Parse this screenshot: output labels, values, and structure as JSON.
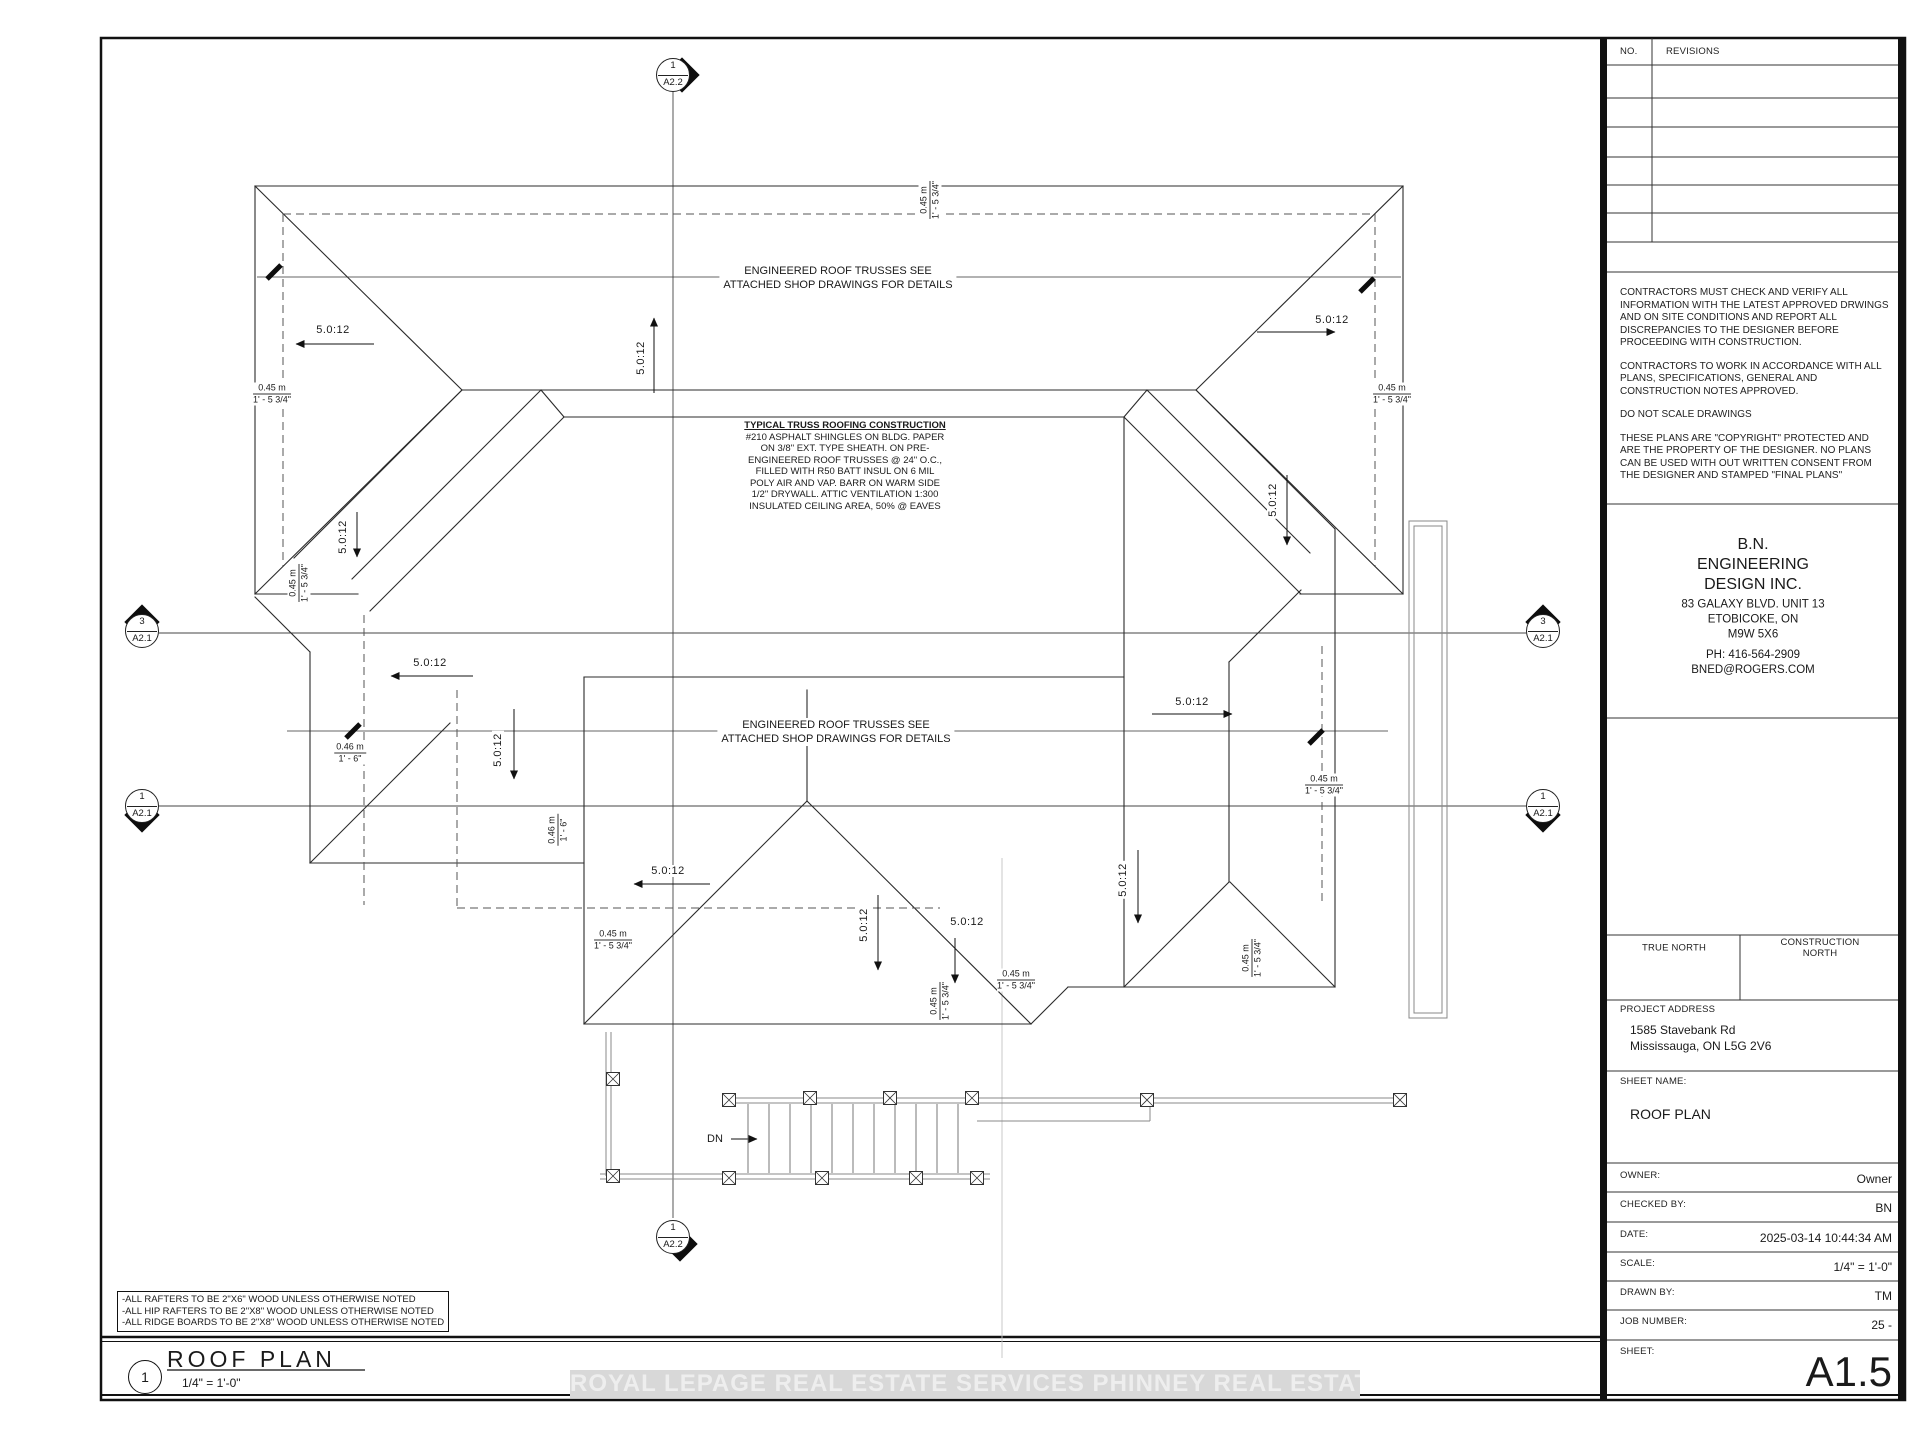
{
  "watermark": "ROYAL LEPAGE REAL ESTATE SERVICES PHINNEY REAL ESTATE, Brokerage",
  "plan": {
    "slope": "5.0:12",
    "dim_a": {
      "metric": "0.45 m",
      "imperial": "1' - 5 3/4\""
    },
    "dim_b": {
      "metric": "0.46 m",
      "imperial": "1' - 6\""
    },
    "truss_note": "ENGINEERED ROOF TRUSSES SEE\nATTACHED SHOP DRAWINGS FOR DETAILS",
    "typical_truss": {
      "title": "TYPICAL TRUSS ROOFING CONSTRUCTION",
      "body": "#210 ASPHALT SHINGLES ON BLDG. PAPER\nON 3/8\" EXT. TYPE SHEATH. ON PRE-\nENGINEERED ROOF TRUSSES @ 24\" O.C.,\nFILLED WITH R50 BATT INSUL ON 6 MIL\nPOLY AIR AND VAP. BARR ON WARM SIDE\n1/2\" DRYWALL. ATTIC VENTILATION 1:300\nINSULATED CEILING AREA, 50% @ EAVES"
    },
    "rafter_notes": "-ALL RAFTERS TO BE 2\"X6\" WOOD UNLESS OTHERWISE NOTED\n-ALL HIP RAFTERS TO BE 2\"X8\" WOOD UNLESS OTHERWISE NOTED\n-ALL RIDGE BOARDS TO BE 2\"X8\" WOOD UNLESS OTHERWISE NOTED",
    "dn": "DN"
  },
  "markers": {
    "top": {
      "num": "1",
      "sheet": "A2.2"
    },
    "bottom": {
      "num": "1",
      "sheet": "A2.2"
    },
    "left_upper": {
      "num": "3",
      "sheet": "A2.1"
    },
    "left_lower": {
      "num": "1",
      "sheet": "A2.1"
    },
    "right_upper": {
      "num": "3",
      "sheet": "A2.1"
    },
    "right_lower": {
      "num": "1",
      "sheet": "A2.1"
    }
  },
  "title_strip": {
    "number": "1",
    "title": "ROOF PLAN",
    "scale": "1/4\" = 1'-0\""
  },
  "title_block": {
    "revisions": {
      "no": "NO.",
      "label": "REVISIONS"
    },
    "notes": [
      "CONTRACTORS MUST CHECK AND VERIFY ALL INFORMATION WITH THE LATEST APPROVED DRWINGS AND ON SITE CONDITIONS AND REPORT ALL DISCREPANCIES TO THE DESIGNER BEFORE PROCEEDING WITH CONSTRUCTION.",
      "CONTRACTORS TO WORK IN ACCORDANCE WITH ALL PLANS, SPECIFICATIONS, GENERAL AND CONSTRUCTION NOTES APPROVED.",
      "DO NOT SCALE DRAWINGS",
      "THESE PLANS ARE \"COPYRIGHT\" PROTECTED AND ARE THE PROPERTY OF THE DESIGNER. NO PLANS CAN BE USED WITH OUT WRITTEN CONSENT FROM THE DESIGNER AND STAMPED \"FINAL PLANS\""
    ],
    "company": {
      "name": "B.N.\nENGINEERING DESIGN INC.",
      "address": "83 GALAXY BLVD. UNIT 13\nETOBICOKE, ON\nM9W 5X6",
      "contact": "PH: 416-564-2909\nBNED@ROGERS.COM"
    },
    "north": {
      "true": "TRUE NORTH",
      "construction": "CONSTRUCTION NORTH"
    },
    "project": {
      "label": "PROJECT ADDRESS",
      "address": "1585 Stavebank Rd\nMississauga, ON L5G 2V6"
    },
    "sheet_name": {
      "label": "SHEET NAME:",
      "value": "ROOF PLAN"
    },
    "owner": {
      "label": "OWNER:",
      "value": "Owner"
    },
    "checked": {
      "label": "CHECKED BY:",
      "value": "BN"
    },
    "date": {
      "label": "DATE:",
      "value": "2025-03-14 10:44:34 AM"
    },
    "scale": {
      "label": "SCALE:",
      "value": "1/4\" = 1'-0\""
    },
    "drawn": {
      "label": "DRAWN BY:",
      "value": "TM"
    },
    "job": {
      "label": "JOB NUMBER:",
      "value": "25 -"
    },
    "sheet": {
      "label": "SHEET:",
      "value": "A1.5"
    }
  }
}
